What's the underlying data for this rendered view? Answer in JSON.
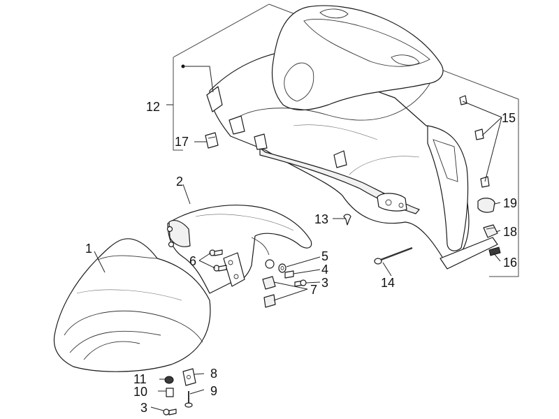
{
  "callouts": {
    "c1": "1",
    "c2": "2",
    "c3a": "3",
    "c3b": "3",
    "c4": "4",
    "c5": "5",
    "c6": "6",
    "c7": "7",
    "c8": "8",
    "c9": "9",
    "c10": "10",
    "c11": "11",
    "c12": "12",
    "c13": "13",
    "c14": "14",
    "c15": "15",
    "c16": "16",
    "c17": "17",
    "c18": "18",
    "c19": "19"
  },
  "colors": {
    "line": "#1a1a1a",
    "fill": "#ffffff",
    "shade": "#f1f1f1"
  }
}
